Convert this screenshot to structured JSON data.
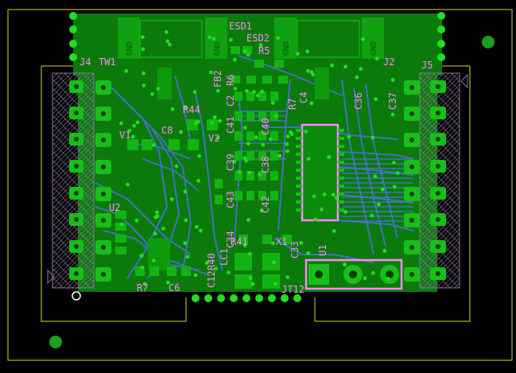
{
  "colors": {
    "background": "#000000",
    "board_copper": "#0b7a0b",
    "via": "#22cc22",
    "silkscreen": "#ff88ff",
    "outline": "#d8d82a",
    "pad": "#10b810",
    "trace_blue": "#4c6fe0",
    "hatch": "#a090b0"
  },
  "labels": {
    "esd1": "ESD1",
    "esd2": "ESD2",
    "r5": "R5",
    "fb2": "FB2",
    "r6": "R6",
    "c2": "C2",
    "r7": "R7",
    "c4": "C4",
    "c36": "C36",
    "c37": "C37",
    "j4": "J4",
    "tw1": "TW1",
    "j2": "J2",
    "j5": "J5",
    "r44": "R44",
    "c8_top": "C8",
    "v1": "V1",
    "v2": "V2",
    "c41": "C41",
    "c39": "C39",
    "c40": "C40",
    "c38": "C38",
    "c43": "C43",
    "c42": "C42",
    "c34": "C34",
    "u2": "U2",
    "r40": "R40",
    "r41": "R41",
    "x1": "X1",
    "c33": "C33",
    "lc1": "LC1",
    "u1": "U1",
    "r7_bottom": "R7",
    "c6_bottom": "C6",
    "c12": "C12",
    "jt12": "JT12",
    "gnd_1": "GND",
    "gnd_2": "GND",
    "gnd_3": "GND",
    "gnd_4": "GND"
  }
}
